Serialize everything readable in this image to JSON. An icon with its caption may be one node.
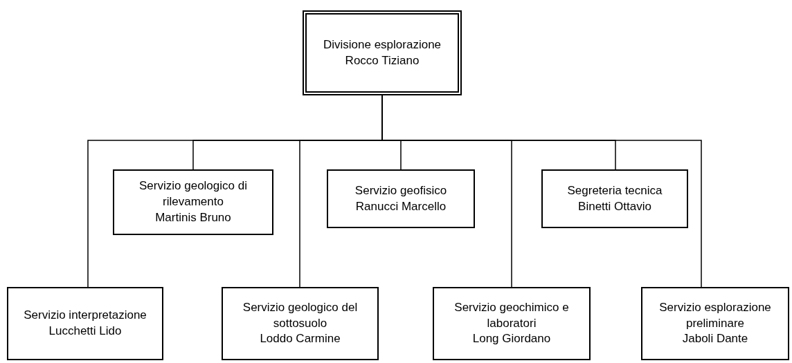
{
  "diagram": {
    "nodes": [
      {
        "text": [
          "Divisione esplorazione",
          "Rocco Tiziano"
        ]
      },
      {
        "text": [
          "Servizio geologico di rilevamento",
          "Martinis Bruno"
        ]
      },
      {
        "text": [
          "Servizio geofisico",
          "Ranucci Marcello"
        ]
      },
      {
        "text": [
          "Segreteria tecnica",
          "Binetti Ottavio"
        ]
      },
      {
        "text": [
          "Servizio interpretazione",
          "Lucchetti Lido"
        ]
      },
      {
        "text": [
          "Servizio geologico del sottosuolo",
          "Loddo Carmine"
        ]
      },
      {
        "text": [
          "Servizio geochimico e laboratori",
          "Long Giordano"
        ]
      },
      {
        "text": [
          "Servizio esplorazione preliminare",
          "Jaboli Dante"
        ]
      }
    ],
    "edges": [
      {
        "from": 0,
        "to": 4,
        "arrow": "none"
      },
      {
        "from": 0,
        "to": 1,
        "arrow": "none"
      },
      {
        "from": 0,
        "to": 5,
        "arrow": "none"
      },
      {
        "from": 0,
        "to": 2,
        "arrow": "none"
      },
      {
        "from": 0,
        "to": 6,
        "arrow": "none"
      },
      {
        "from": 0,
        "to": 3,
        "arrow": "none"
      },
      {
        "from": 0,
        "to": 7,
        "arrow": "none"
      }
    ]
  }
}
